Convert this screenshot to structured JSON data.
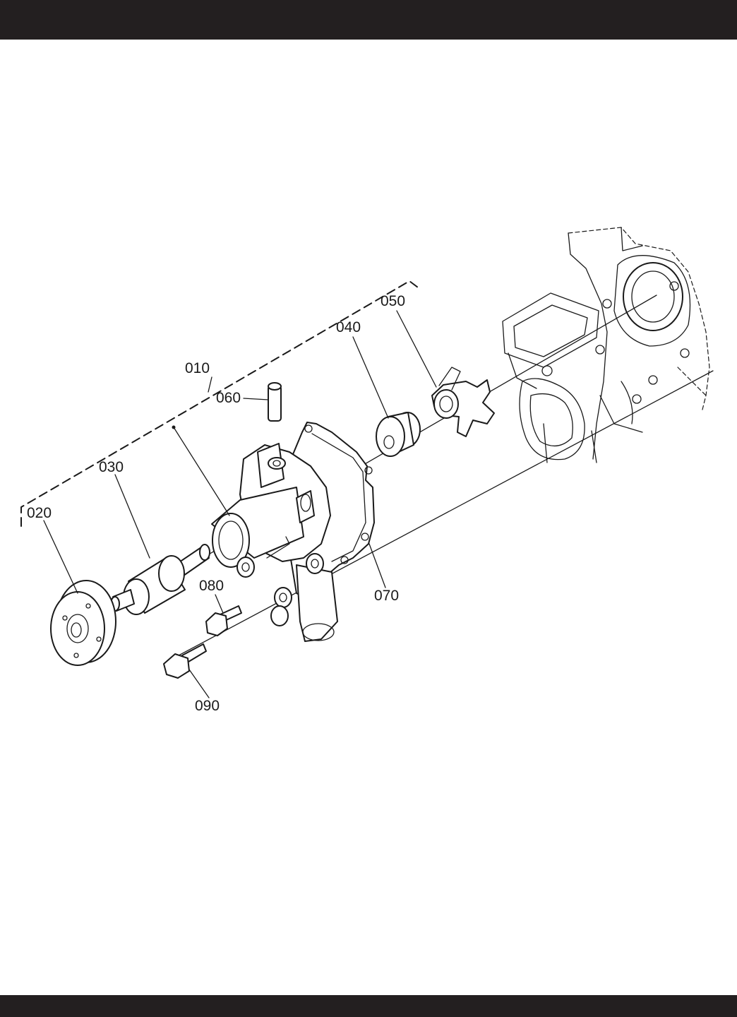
{
  "callouts": {
    "c010": "010",
    "c020": "020",
    "c030": "030",
    "c040": "040",
    "c050": "050",
    "c060": "060",
    "c070": "070",
    "c080": "080",
    "c090": "090"
  },
  "colors": {
    "band": "#231f20",
    "ink": "#1a1a1a",
    "paper": "#ffffff"
  }
}
